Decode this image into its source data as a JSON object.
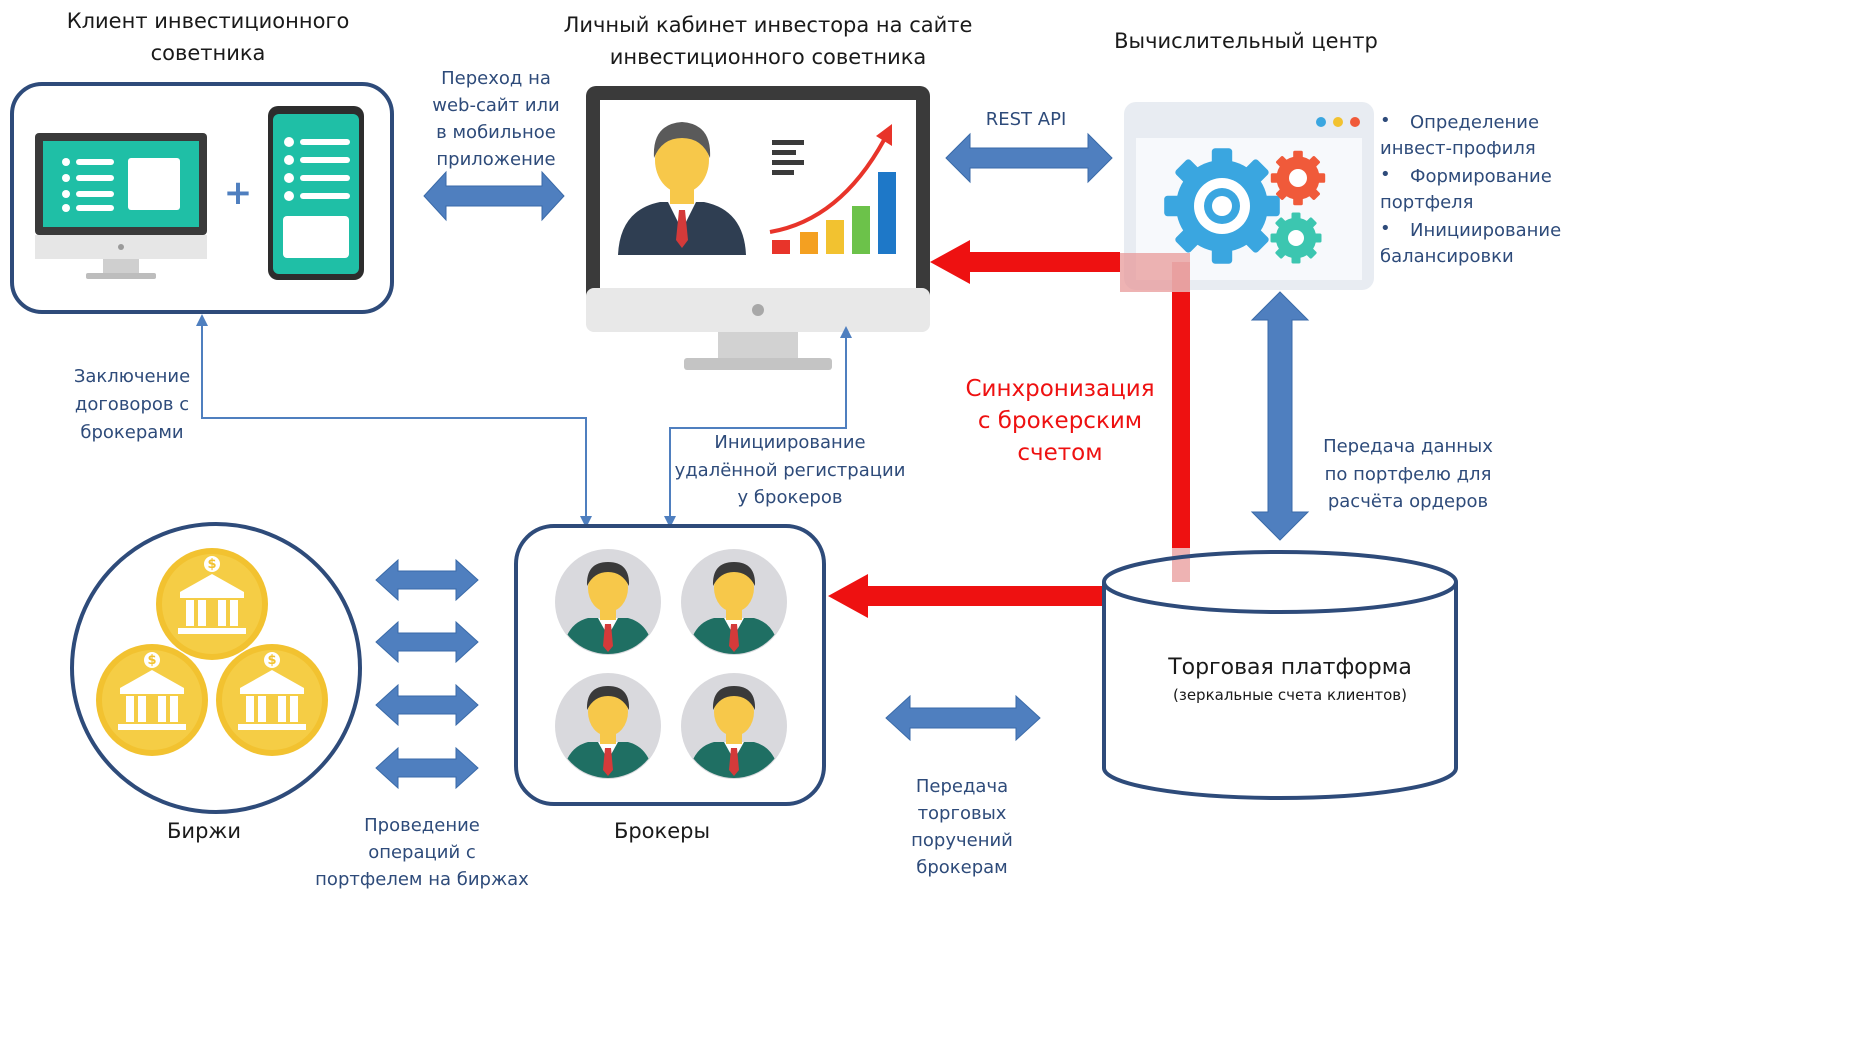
{
  "nodes": {
    "client": {
      "title": [
        "Клиент инвестиционного",
        "советника"
      ],
      "plus": "+"
    },
    "cabinet": {
      "title": [
        "Личный кабинет инвестора на сайте",
        "инвестиционного советника"
      ]
    },
    "compute": {
      "title": "Вычислительный центр",
      "functions": [
        {
          "bullet": "•",
          "lines": [
            "Определение",
            "инвест-профиля"
          ]
        },
        {
          "bullet": "•",
          "lines": [
            "Формирование",
            "портфеля"
          ]
        },
        {
          "bullet": "•",
          "lines": [
            "Инициирование",
            "балансировки"
          ]
        }
      ]
    },
    "exchanges": {
      "title": "Биржи",
      "coin_symbol": "$"
    },
    "brokers": {
      "title": "Брокеры"
    },
    "platform": {
      "title": "Торговая платформа",
      "subtitle": "(зеркальные счета клиентов)"
    }
  },
  "edges": {
    "client_cabinet": [
      "Переход на",
      "web-сайт или",
      "в мобильное",
      "приложение"
    ],
    "cabinet_compute": [
      "REST API"
    ],
    "client_brokers": [
      "Заключение",
      "договоров с",
      "брокерами"
    ],
    "brokers_cabinet": [
      "Инициирование",
      "удалённой регистрации",
      "у брокеров"
    ],
    "sync": [
      "Синхронизация",
      "с  брокерским",
      "счетом"
    ],
    "compute_platform": [
      "Передача данных",
      "по портфелю для",
      "расчёта ордеров"
    ],
    "exchanges_brokers": [
      "Проведение",
      "операций с",
      "портфелем на биржах"
    ],
    "brokers_platform": [
      "Передача",
      "торговых",
      "поручений",
      "брокерам"
    ]
  },
  "colors": {
    "frame": "#2e4b7a",
    "arrow_blue": "#4f7fbf",
    "arrow_red": "#ee1111",
    "sync_red": "#ee1111",
    "screen_teal": "#1fbfa6",
    "monitor_dark": "#3a3a3a",
    "coin_gold": "#f2c230",
    "gear_blue": "#3aa6e0",
    "gear_red": "#f05a3a",
    "gear_teal": "#3cc6b0",
    "dots": [
      "#3aa6e0",
      "#f2c230",
      "#f05a3a"
    ]
  }
}
